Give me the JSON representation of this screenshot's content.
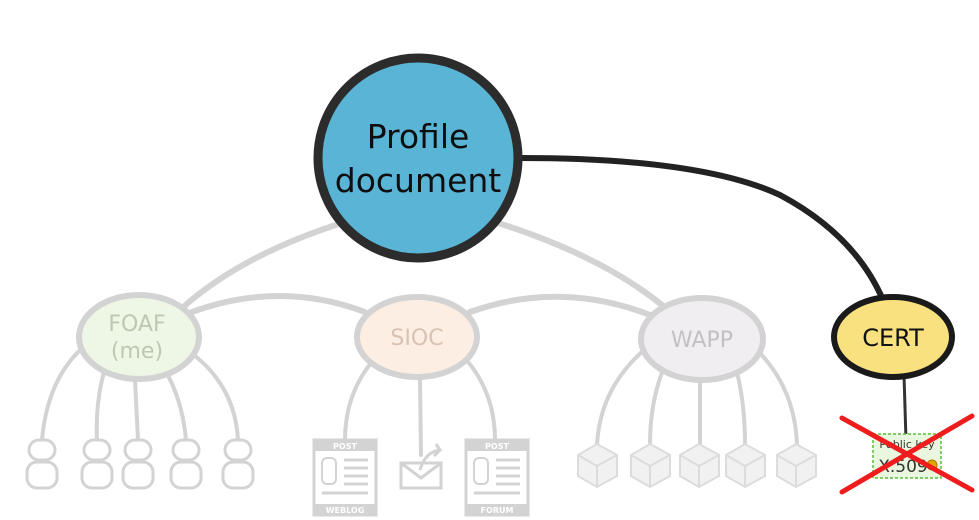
{
  "nodes": {
    "profile": {
      "label_line1": "Profile",
      "label_line2": "document",
      "fill": "#5ab4d6"
    },
    "foaf": {
      "label_line1": "FOAF",
      "label_line2": "(me)",
      "fill": "#eef6e6"
    },
    "sioc": {
      "label": "SIOC",
      "fill": "#fdeee3"
    },
    "wapp": {
      "label": "WAPP",
      "fill": "#f0eef0"
    },
    "cert": {
      "label": "CERT",
      "fill": "#f8e17e"
    }
  },
  "cert_key": {
    "line1": "Public key",
    "line2": "X.509",
    "crossed_color": "#ee1c1c"
  },
  "sioc_icons": {
    "weblog_top": "POST",
    "weblog_bottom": "WEBLOG",
    "forum_top": "POST",
    "forum_bottom": "FORUM"
  },
  "colors": {
    "strong_stroke": "#222222",
    "faded_stroke": "#cfcfcf",
    "faded_text": "#b8b8b8"
  }
}
